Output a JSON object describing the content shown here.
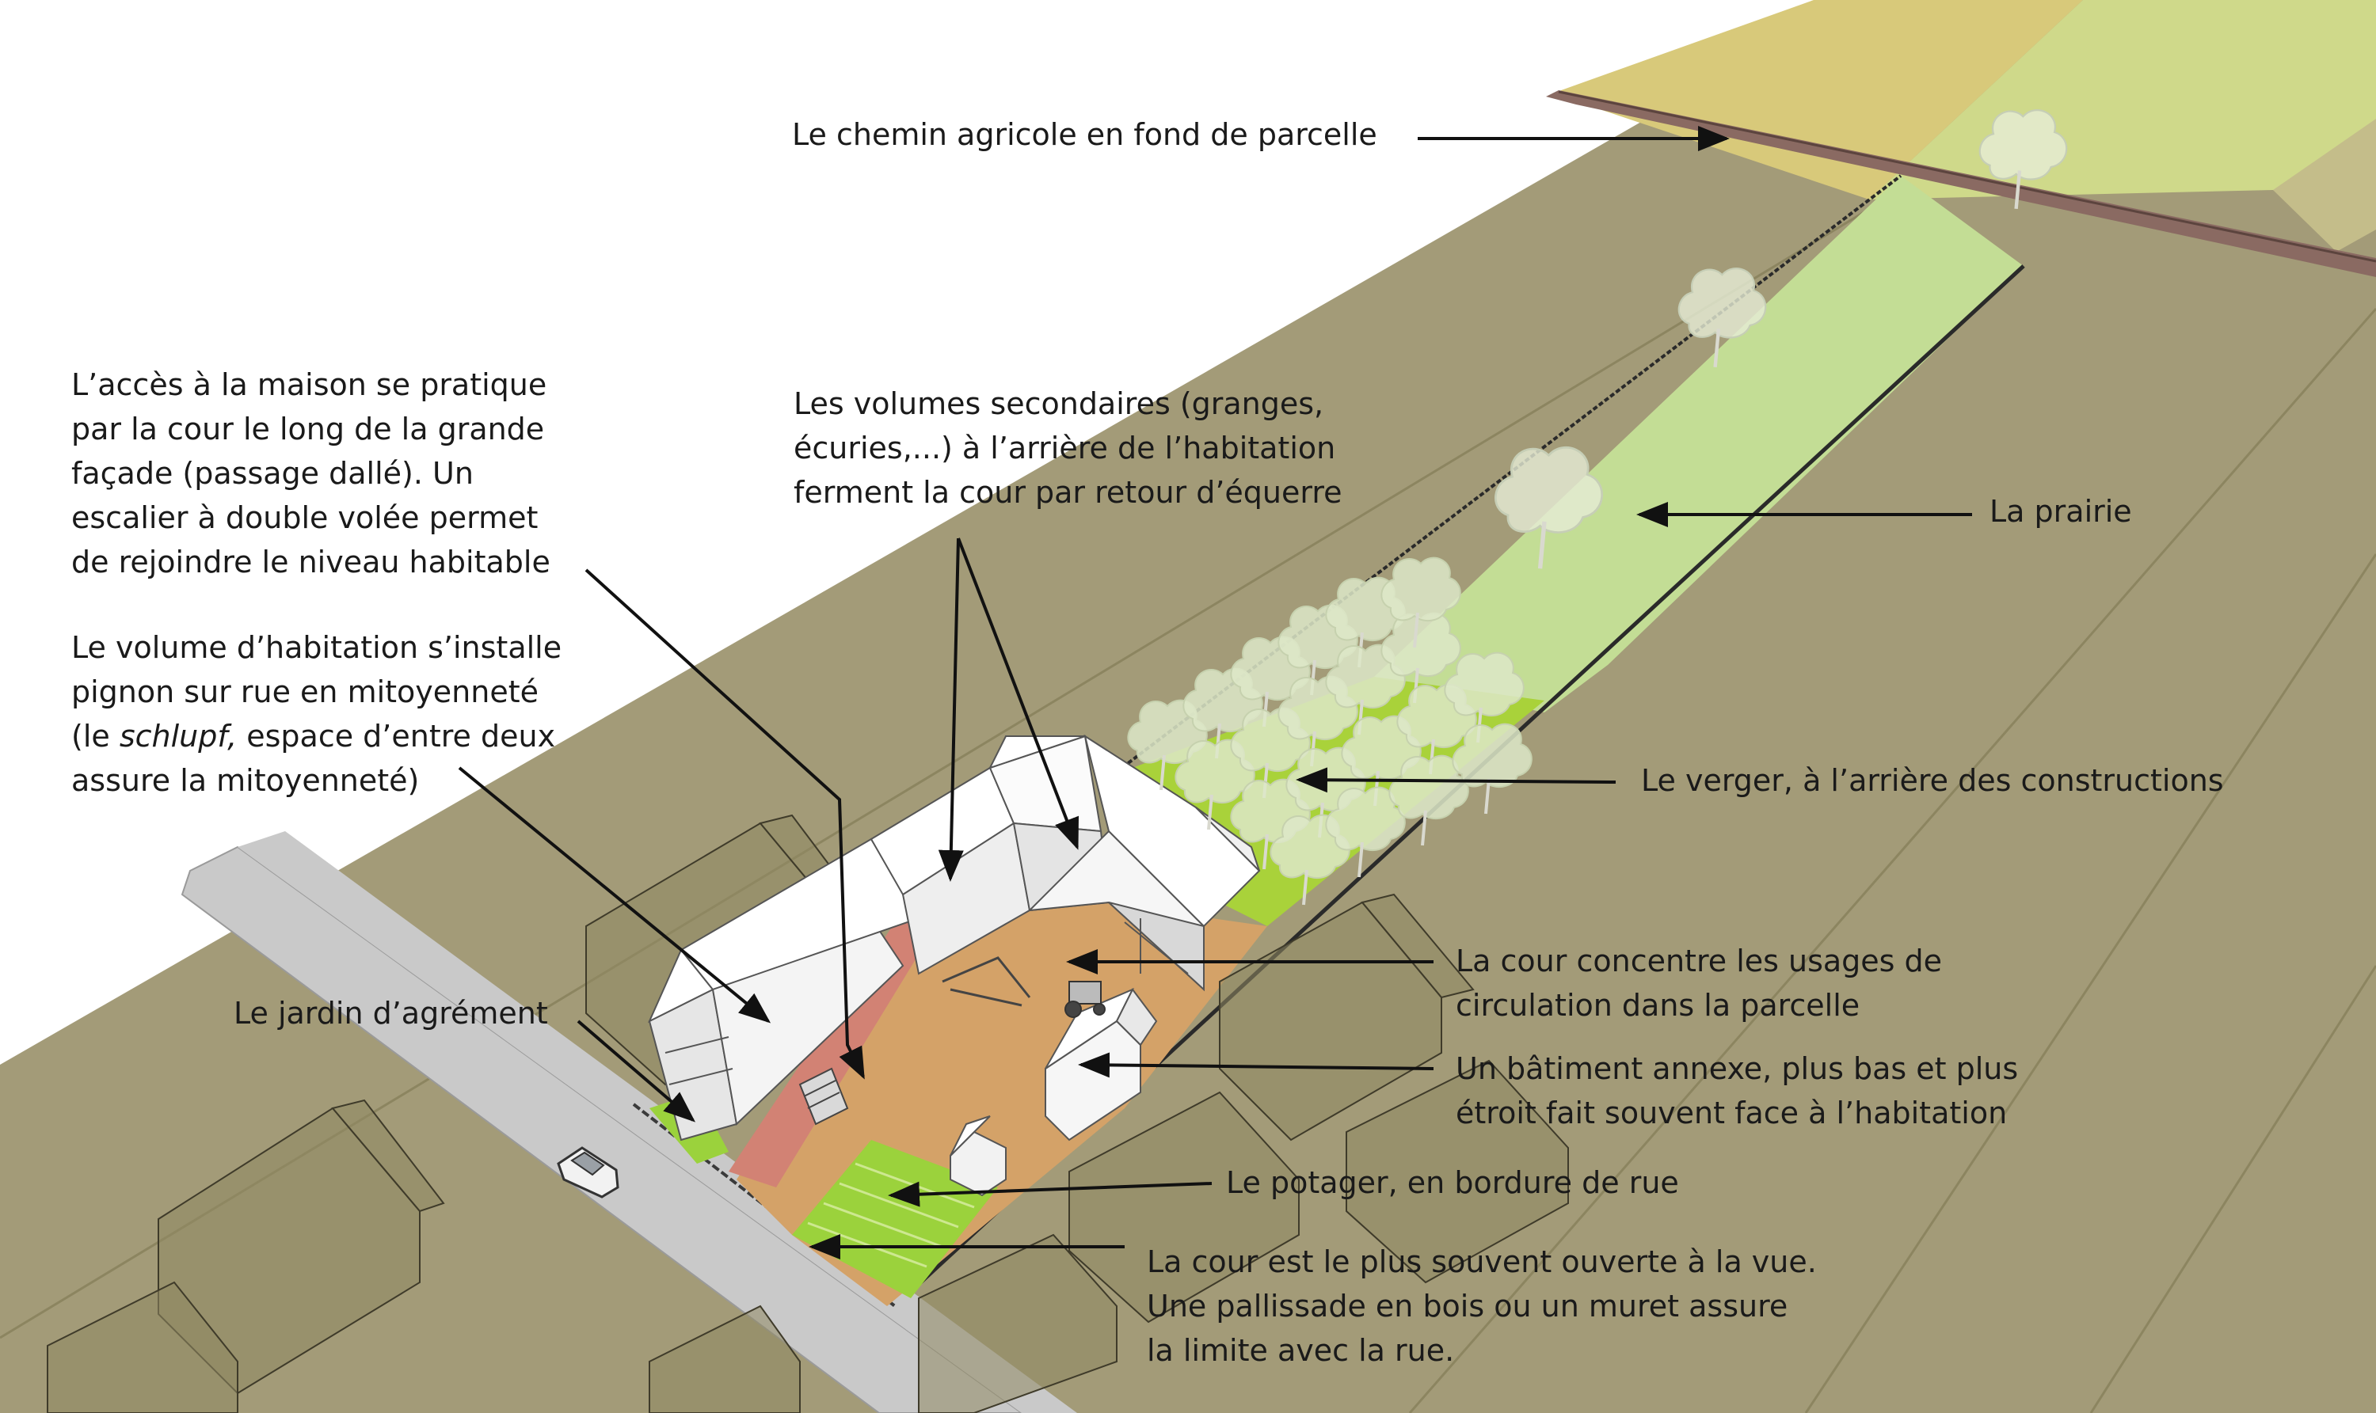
{
  "colors": {
    "background": "#ffffff",
    "ground": "#a39b78",
    "road": "#c9c9c9",
    "path": "#8a6a62",
    "field_yellow": "#d8c97a",
    "field_green": "#cfd98a",
    "meadow": "#c3dd95",
    "orchard": "#a9d23a",
    "courtyard": "#d4a268",
    "paving": "#d28274",
    "garden": "#9bd23c",
    "building": "#f4f4f4",
    "neighbor": "#8f8862",
    "arrow": "#111111",
    "text": "#1a1a1a"
  },
  "labels": {
    "chemin": "Le chemin agricole en fond de parcelle",
    "acces": {
      "lines": [
        "L’accès à la maison se pratique",
        "par la cour le long de la grande",
        "façade (passage dallé). Un",
        "escalier à double volée permet",
        "de rejoindre le niveau habitable"
      ]
    },
    "volumes": {
      "lines": [
        "Les volumes secondaires (granges,",
        "écuries,...) à l’arrière de l’habitation",
        "ferment la cour par retour d’équerre"
      ]
    },
    "prairie": "La prairie",
    "habitation": {
      "line1": "Le volume d’habitation s’installe",
      "line2": "pignon sur rue en mitoyenneté",
      "line3_before": "(le ",
      "line3_italic": "schlupf,",
      "line3_after": " espace d’entre deux",
      "line4": "assure la mitoyenneté)"
    },
    "verger": "Le verger, à l’arrière des constructions",
    "jardin": "Le jardin d’agrément",
    "cour": {
      "lines": [
        "La cour concentre les usages de",
        "circulation dans la parcelle"
      ]
    },
    "annexe": {
      "lines": [
        "Un bâtiment annexe, plus bas et plus",
        "étroit fait souvent face à l’habitation"
      ]
    },
    "potager": "Le potager, en bordure de rue",
    "vue": {
      "lines": [
        "La cour est le plus souvent ouverte à la vue.",
        "Une pallissade en bois ou un muret assure",
        "la limite avec la rue."
      ]
    }
  }
}
